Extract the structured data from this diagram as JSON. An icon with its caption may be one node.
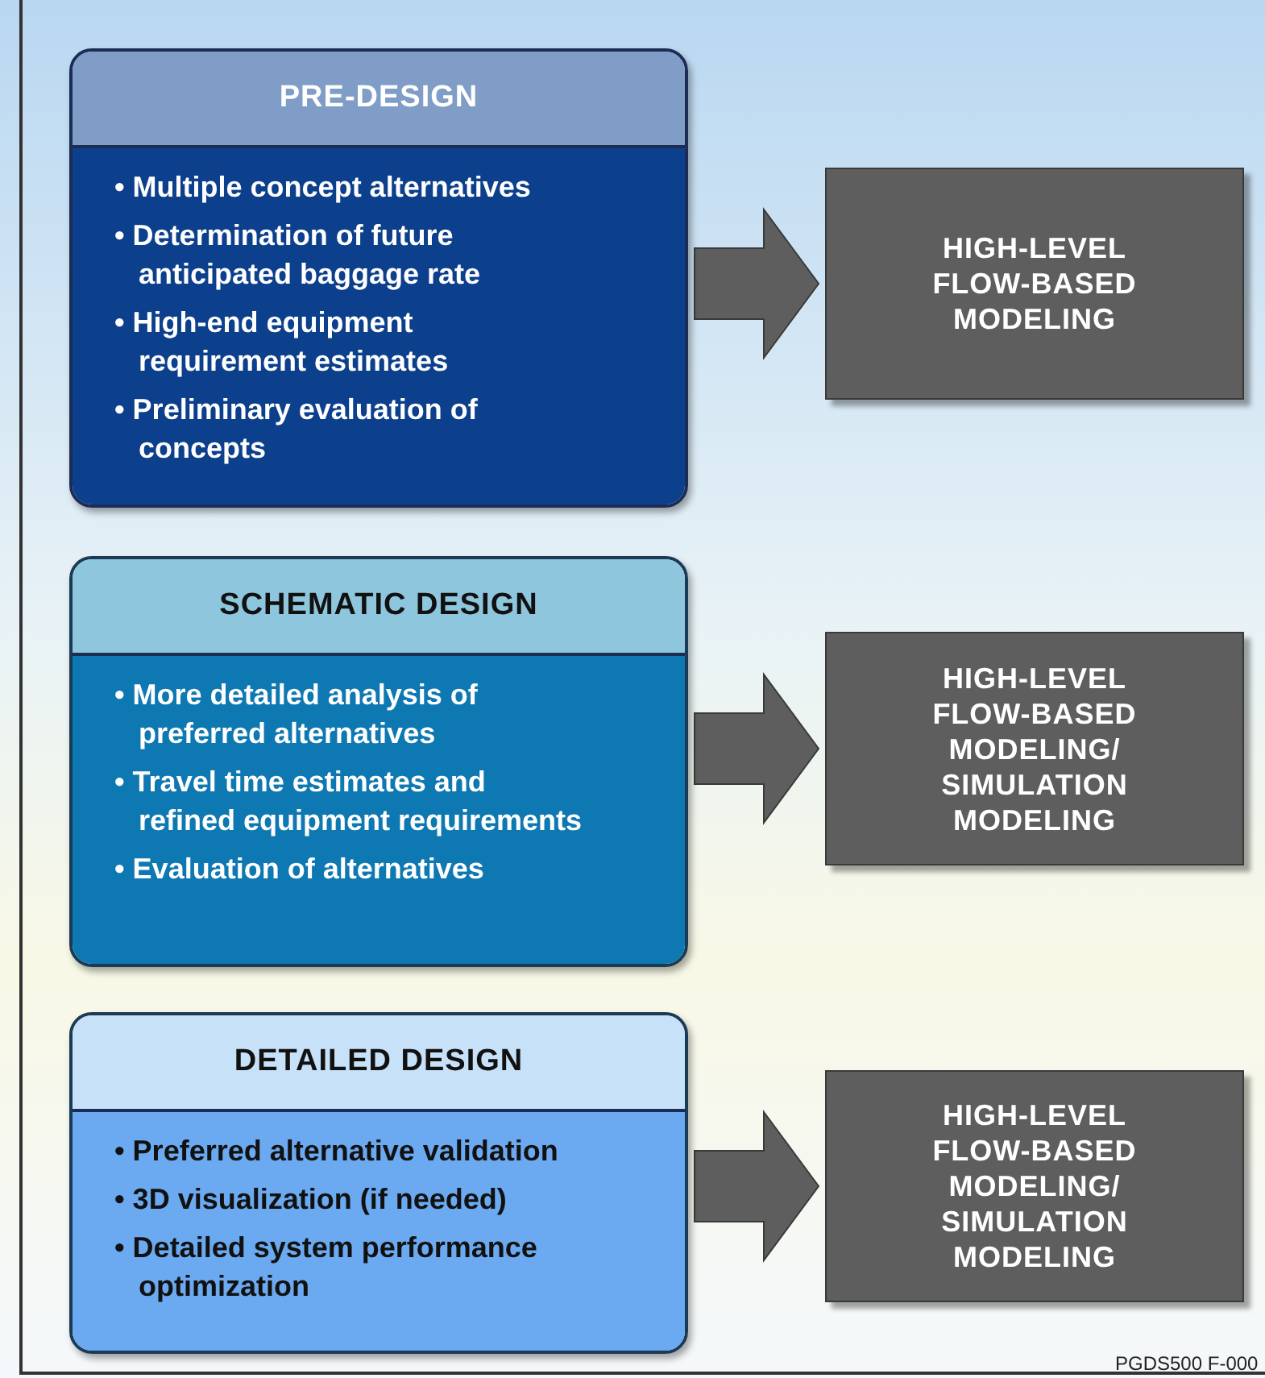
{
  "diagram": {
    "nodes": [
      {
        "text": [
          "PRE-DESIGN",
          "• Multiple concept alternatives",
          "• Determination of future anticipated baggage rate",
          "• High-end equipment requirement estimates",
          "• Preliminary evaluation of concepts"
        ]
      },
      {
        "text": [
          "HIGH-LEVEL FLOW-BASED MODELING"
        ]
      },
      {
        "text": [
          "SCHEMATIC DESIGN",
          "• More detailed analysis of preferred alternatives",
          "• Travel time estimates and refined equipment requirements",
          "• Evaluation of alternatives"
        ]
      },
      {
        "text": [
          "HIGH-LEVEL FLOW-BASED MODELING/ SIMULATION MODELING"
        ]
      },
      {
        "text": [
          "DETAILED DESIGN",
          "• Preferred alternative validation",
          "• 3D visualization (if needed)",
          "• Detailed system performance optimization"
        ]
      },
      {
        "text": [
          "HIGH-LEVEL FLOW-BASED MODELING/ SIMULATION MODELING"
        ]
      }
    ],
    "edges": [
      {
        "from": 0,
        "to": 1,
        "arrow": "to"
      },
      {
        "from": 2,
        "to": 3,
        "arrow": "to"
      },
      {
        "from": 4,
        "to": 5,
        "arrow": "to"
      }
    ],
    "labels": [
      "PGDS500 F-000"
    ]
  }
}
